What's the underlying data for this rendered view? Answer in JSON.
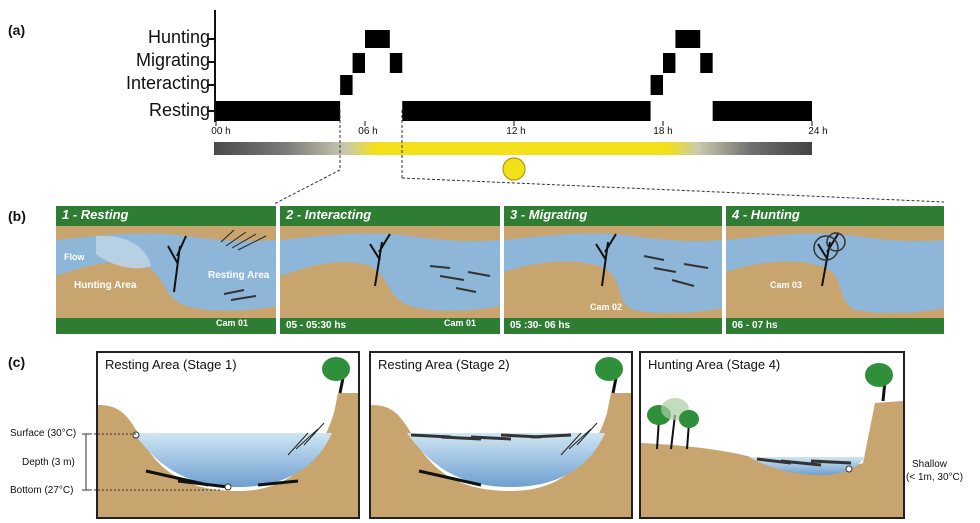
{
  "panel_a": {
    "label": "(a)",
    "behaviors": [
      "Hunting",
      "Migrating",
      "Interacting",
      "Resting"
    ],
    "ticks": [
      "00 h",
      "06 h",
      "12 h",
      "18 h",
      "24 h"
    ],
    "schedule_hours": {
      "Resting": [
        [
          0,
          5.0
        ],
        [
          7.5,
          17.5
        ],
        [
          20.0,
          24.0
        ]
      ],
      "Interacting": [
        [
          5.0,
          5.5
        ],
        [
          17.5,
          18.0
        ]
      ],
      "Migrating": [
        [
          5.5,
          6.0
        ],
        [
          7.0,
          7.5
        ],
        [
          18.0,
          18.5
        ],
        [
          19.5,
          20.0
        ]
      ],
      "Hunting": [
        [
          6.0,
          7.0
        ],
        [
          18.5,
          19.5
        ]
      ]
    }
  },
  "panel_b": {
    "label": "(b)",
    "stages": [
      {
        "title": "1 - Resting",
        "time": "",
        "cam": "Cam 01"
      },
      {
        "title": "2 - Interacting",
        "time": "05 - 05:30 hs",
        "cam": "Cam 01"
      },
      {
        "title": "3 - Migrating",
        "time": "05 :30- 06 hs",
        "cam": "Cam 02"
      },
      {
        "title": "4 - Hunting",
        "time": "06 - 07 hs",
        "cam": "Cam 03"
      }
    ],
    "flow_label": "Flow",
    "hunting_area_label": "Hunting Area",
    "resting_area_label": "Resting Area"
  },
  "panel_c": {
    "label": "(c)",
    "sections": [
      {
        "title": "Resting Area (Stage 1)"
      },
      {
        "title": "Resting Area (Stage 2)"
      },
      {
        "title": "Hunting Area (Stage 4)"
      }
    ],
    "surface_label": "Surface (30°C)",
    "depth_label": "Depth (3 m)",
    "bottom_label": "Bottom (27°C)",
    "shallow_label": "Shallow",
    "shallow_sub": "(< 1m, 30°C)"
  },
  "colors": {
    "water": "#8db6d8",
    "sand": "#c8a56e",
    "grass": "#2e7d32",
    "sun": "#f2e01a",
    "tree": "#2f8f3a"
  }
}
